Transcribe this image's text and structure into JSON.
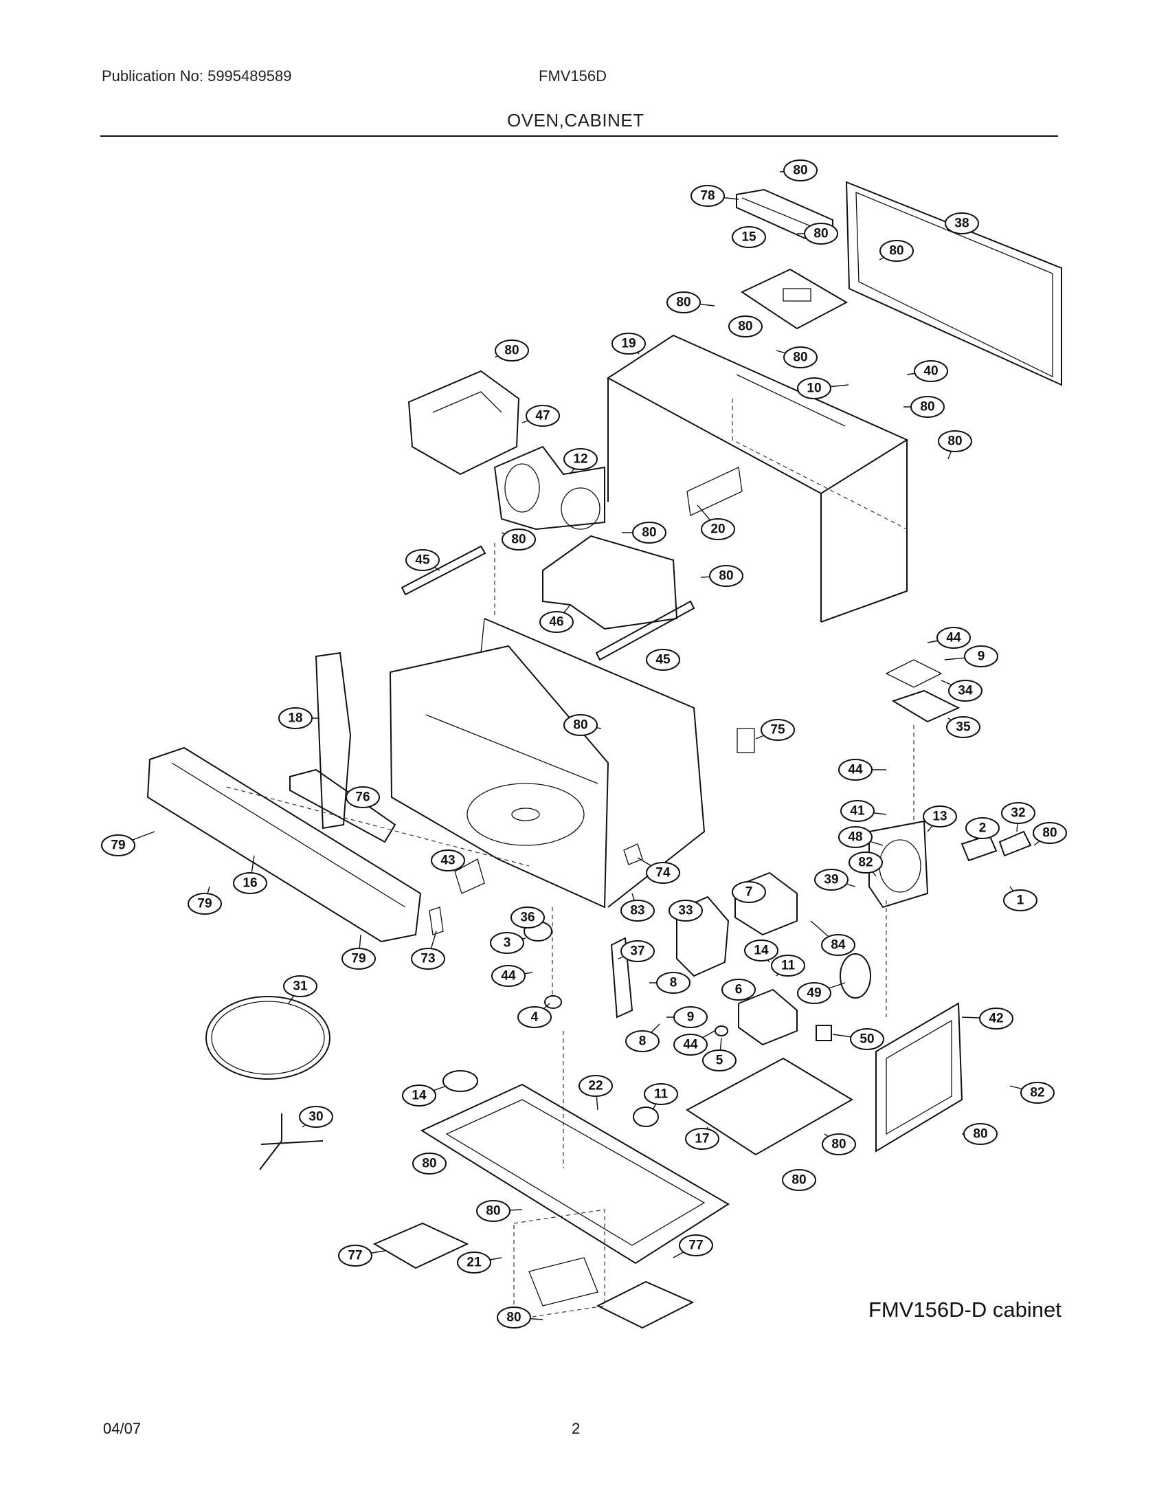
{
  "header": {
    "publication": "Publication No: 5995489589",
    "model": "FMV156D",
    "section": "OVEN,CABINET"
  },
  "caption": "FMV156D-D cabinet",
  "footer": {
    "date": "04/07",
    "page": "2"
  },
  "callouts": [
    "80",
    "78",
    "38",
    "15",
    "80",
    "80",
    "80",
    "80",
    "80",
    "19",
    "40",
    "10",
    "80",
    "80",
    "47",
    "80",
    "12",
    "20",
    "80",
    "80",
    "80",
    "45",
    "46",
    "45",
    "44",
    "9",
    "34",
    "35",
    "18",
    "80",
    "75",
    "79",
    "76",
    "16",
    "44",
    "41",
    "13",
    "2",
    "32",
    "80",
    "48",
    "82",
    "1",
    "43",
    "74",
    "79",
    "39",
    "7",
    "83",
    "33",
    "84",
    "36",
    "3",
    "73",
    "37",
    "79",
    "44",
    "14",
    "11",
    "8",
    "49",
    "6",
    "31",
    "4",
    "9",
    "42",
    "8",
    "44",
    "5",
    "50",
    "82",
    "14",
    "22",
    "11",
    "30",
    "17",
    "80",
    "80",
    "80",
    "80",
    "80",
    "77",
    "21",
    "77",
    "80"
  ]
}
